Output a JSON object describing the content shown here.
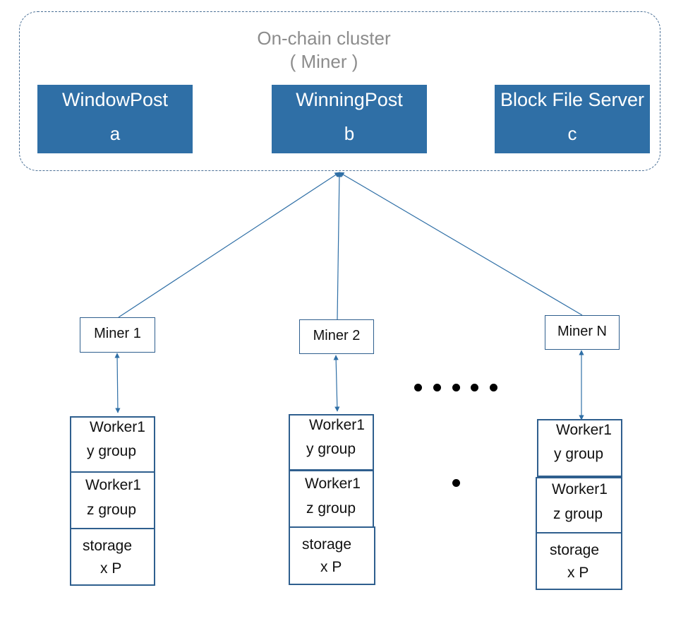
{
  "cluster": {
    "title_line1": "On-chain cluster",
    "title_line2": "( Miner )",
    "services": [
      {
        "name": "WindowPost",
        "sub": "a"
      },
      {
        "name": "WinningPost",
        "sub": "b"
      },
      {
        "name": "Block File Server",
        "sub": "c"
      }
    ]
  },
  "miners": [
    {
      "label": "Miner 1"
    },
    {
      "label": "Miner 2"
    },
    {
      "label": "Miner N"
    }
  ],
  "stacks": [
    {
      "worker_y": [
        "Worker1",
        "y group"
      ],
      "worker_z": [
        "Worker1",
        "z group"
      ],
      "storage": [
        "storage",
        "x P"
      ]
    },
    {
      "worker_y": [
        "Worker1",
        "y group"
      ],
      "worker_z": [
        "Worker1",
        "z group"
      ],
      "storage": [
        "storage",
        "x P"
      ]
    },
    {
      "worker_y": [
        "Worker1",
        "y group"
      ],
      "worker_z": [
        "Worker1",
        "z group"
      ],
      "storage": [
        "storage",
        "x P"
      ]
    }
  ],
  "colors": {
    "service_fill": "#2f6fa6",
    "line": "#2f6fa6",
    "cluster_border": "#4a6f95"
  }
}
